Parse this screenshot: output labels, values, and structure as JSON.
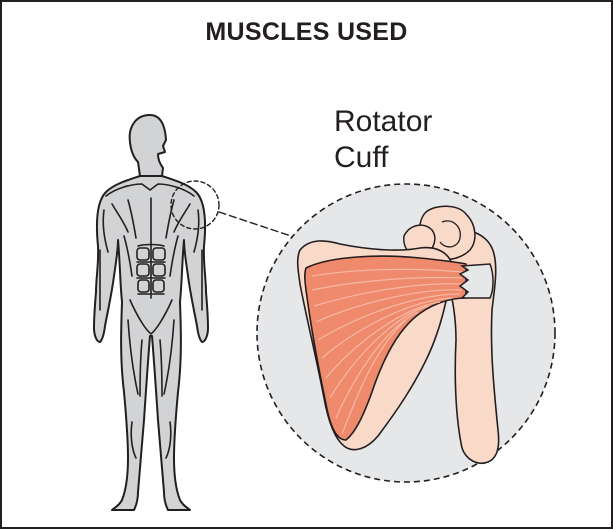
{
  "panel": {
    "title": "MUSCLES USED",
    "muscle_label_line1": "Rotator",
    "muscle_label_line2": "Cuff"
  },
  "colors": {
    "outline": "#231f20",
    "body_fill": "#d1d3d4",
    "muscle_fill": "#ef8a6c",
    "muscle_fiber": "#f6b9a5",
    "bone_fill": "#f9d9c8",
    "tendon_fill": "#e6e7e8",
    "background": "#ffffff"
  }
}
